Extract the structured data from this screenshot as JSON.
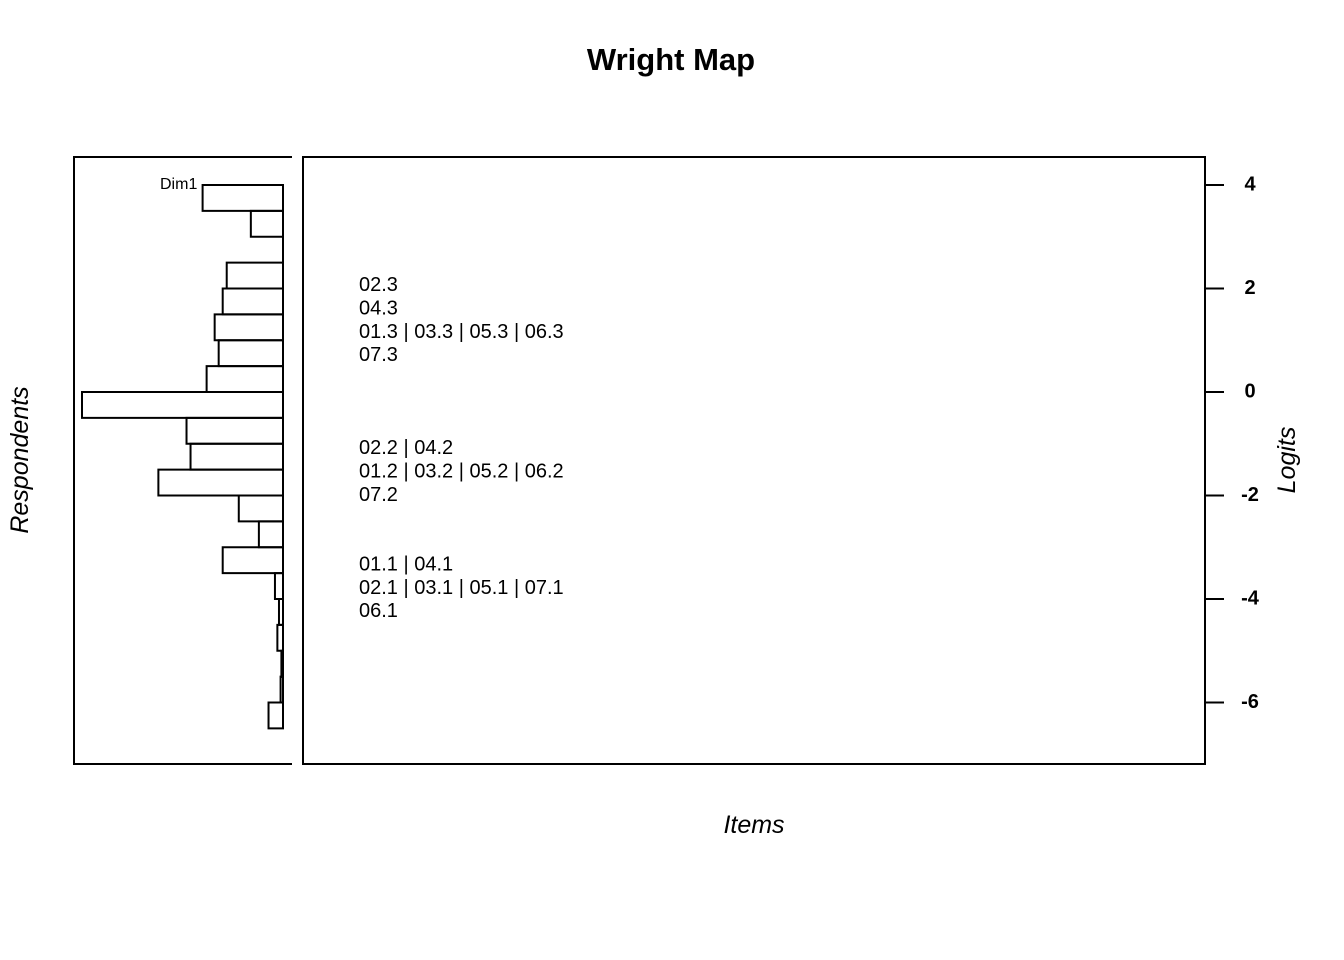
{
  "chart_data": {
    "type": "wright-map",
    "title": "Wright Map",
    "xlabel": "Items",
    "ylabel_left": "Respondents",
    "ylabel_right": "Logits",
    "ylim": [
      -7.2,
      4.5
    ],
    "yticks": [
      4,
      2,
      0,
      -2,
      -4,
      -6
    ],
    "respondent_histogram": {
      "dimension": "Dim1",
      "bin_width": 0.5,
      "bins": [
        {
          "y_low": 3.5,
          "y_high": 4.0,
          "count": 10
        },
        {
          "y_low": 3.0,
          "y_high": 3.5,
          "count": 4
        },
        {
          "y_low": 2.5,
          "y_high": 3.0,
          "count": 0
        },
        {
          "y_low": 2.0,
          "y_high": 2.5,
          "count": 7
        },
        {
          "y_low": 1.5,
          "y_high": 2.0,
          "count": 7.5
        },
        {
          "y_low": 1.0,
          "y_high": 1.5,
          "count": 8.5
        },
        {
          "y_low": 0.5,
          "y_high": 1.0,
          "count": 8
        },
        {
          "y_low": 0.0,
          "y_high": 0.5,
          "count": 9.5
        },
        {
          "y_low": -0.5,
          "y_high": 0.0,
          "count": 25
        },
        {
          "y_low": -1.0,
          "y_high": -0.5,
          "count": 12
        },
        {
          "y_low": -1.5,
          "y_high": -1.0,
          "count": 11.5
        },
        {
          "y_low": -2.0,
          "y_high": -1.5,
          "count": 15.5
        },
        {
          "y_low": -2.5,
          "y_high": -2.0,
          "count": 5.5
        },
        {
          "y_low": -3.0,
          "y_high": -2.5,
          "count": 3
        },
        {
          "y_low": -3.5,
          "y_high": -3.0,
          "count": 7.5
        },
        {
          "y_low": -4.0,
          "y_high": -3.5,
          "count": 1
        },
        {
          "y_low": -4.5,
          "y_high": -4.0,
          "count": 0.5
        },
        {
          "y_low": -5.0,
          "y_high": -4.5,
          "count": 0.7
        },
        {
          "y_low": -5.5,
          "y_high": -5.0,
          "count": 0.2
        },
        {
          "y_low": -6.0,
          "y_high": -5.5,
          "count": 0.3
        },
        {
          "y_low": -6.5,
          "y_high": -6.0,
          "count": 1.8
        }
      ]
    },
    "item_groups": [
      {
        "label": "02.3",
        "logit": 2.05
      },
      {
        "label": "04.3",
        "logit": 1.6
      },
      {
        "label": "01.3 | 03.3 | 05.3 | 06.3",
        "logit": 1.15
      },
      {
        "label": "07.3",
        "logit": 0.7
      },
      {
        "label": "02.2 | 04.2",
        "logit": -1.1
      },
      {
        "label": "01.2 | 03.2 | 05.2 | 06.2",
        "logit": -1.55
      },
      {
        "label": "07.2",
        "logit": -2.0
      },
      {
        "label": "01.1 | 04.1",
        "logit": -3.35
      },
      {
        "label": "02.1 | 03.1 | 05.1 | 07.1",
        "logit": -3.8
      },
      {
        "label": "06.1",
        "logit": -4.25
      }
    ]
  }
}
